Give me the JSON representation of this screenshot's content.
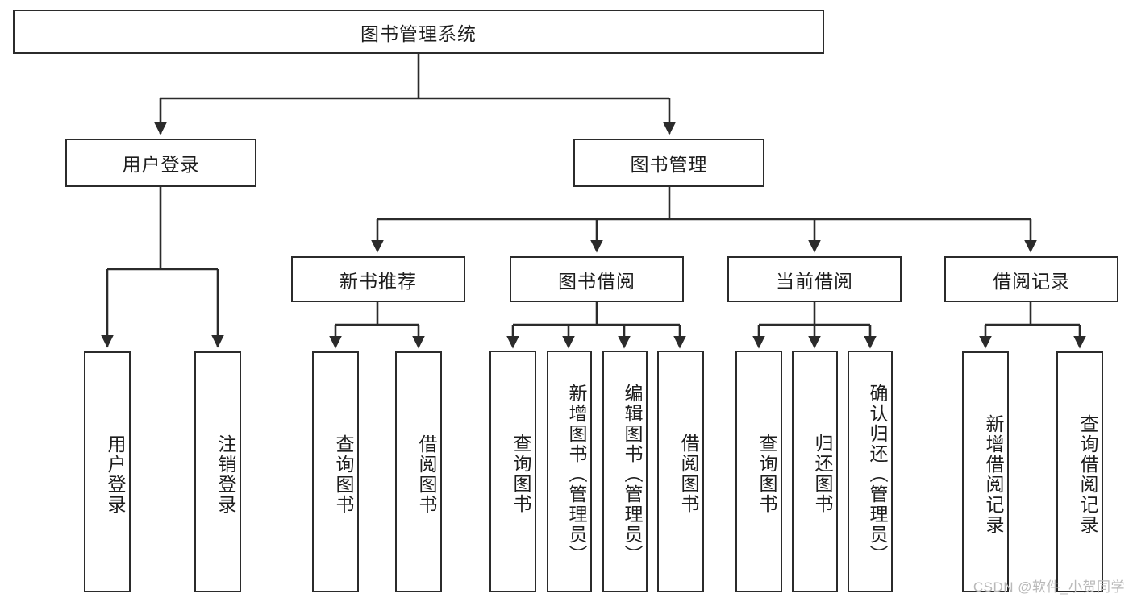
{
  "diagram": {
    "type": "tree-hierarchy",
    "title": "图书管理系统",
    "levels": {
      "root": {
        "label": "图书管理系统"
      },
      "level2": [
        {
          "label": "用户登录"
        },
        {
          "label": "图书管理"
        }
      ],
      "level3": [
        {
          "label": "新书推荐"
        },
        {
          "label": "图书借阅"
        },
        {
          "label": "当前借阅"
        },
        {
          "label": "借阅记录"
        }
      ],
      "leaves": {
        "user_login": [
          {
            "label": "用户登录"
          },
          {
            "label": "注销登录"
          }
        ],
        "new_book_recommend": [
          {
            "label": "查询图书"
          },
          {
            "label": "借阅图书"
          }
        ],
        "book_borrow": [
          {
            "label": "查询图书"
          },
          {
            "label": "新增图书（管理员）"
          },
          {
            "label": "编辑图书（管理员）"
          },
          {
            "label": "借阅图书"
          }
        ],
        "current_borrow": [
          {
            "label": "查询图书"
          },
          {
            "label": "归还图书"
          },
          {
            "label": "确认归还（管理员）"
          }
        ],
        "borrow_records": [
          {
            "label": "新增借阅记录"
          },
          {
            "label": "查询借阅记录"
          }
        ]
      }
    },
    "colors": {
      "stroke": "#2b2b2b",
      "fill": "#ffffff",
      "text": "#1d1d1d",
      "watermark": "#b9b9b9"
    }
  },
  "watermark": {
    "text": "CSDN @软件_小贺同学"
  }
}
